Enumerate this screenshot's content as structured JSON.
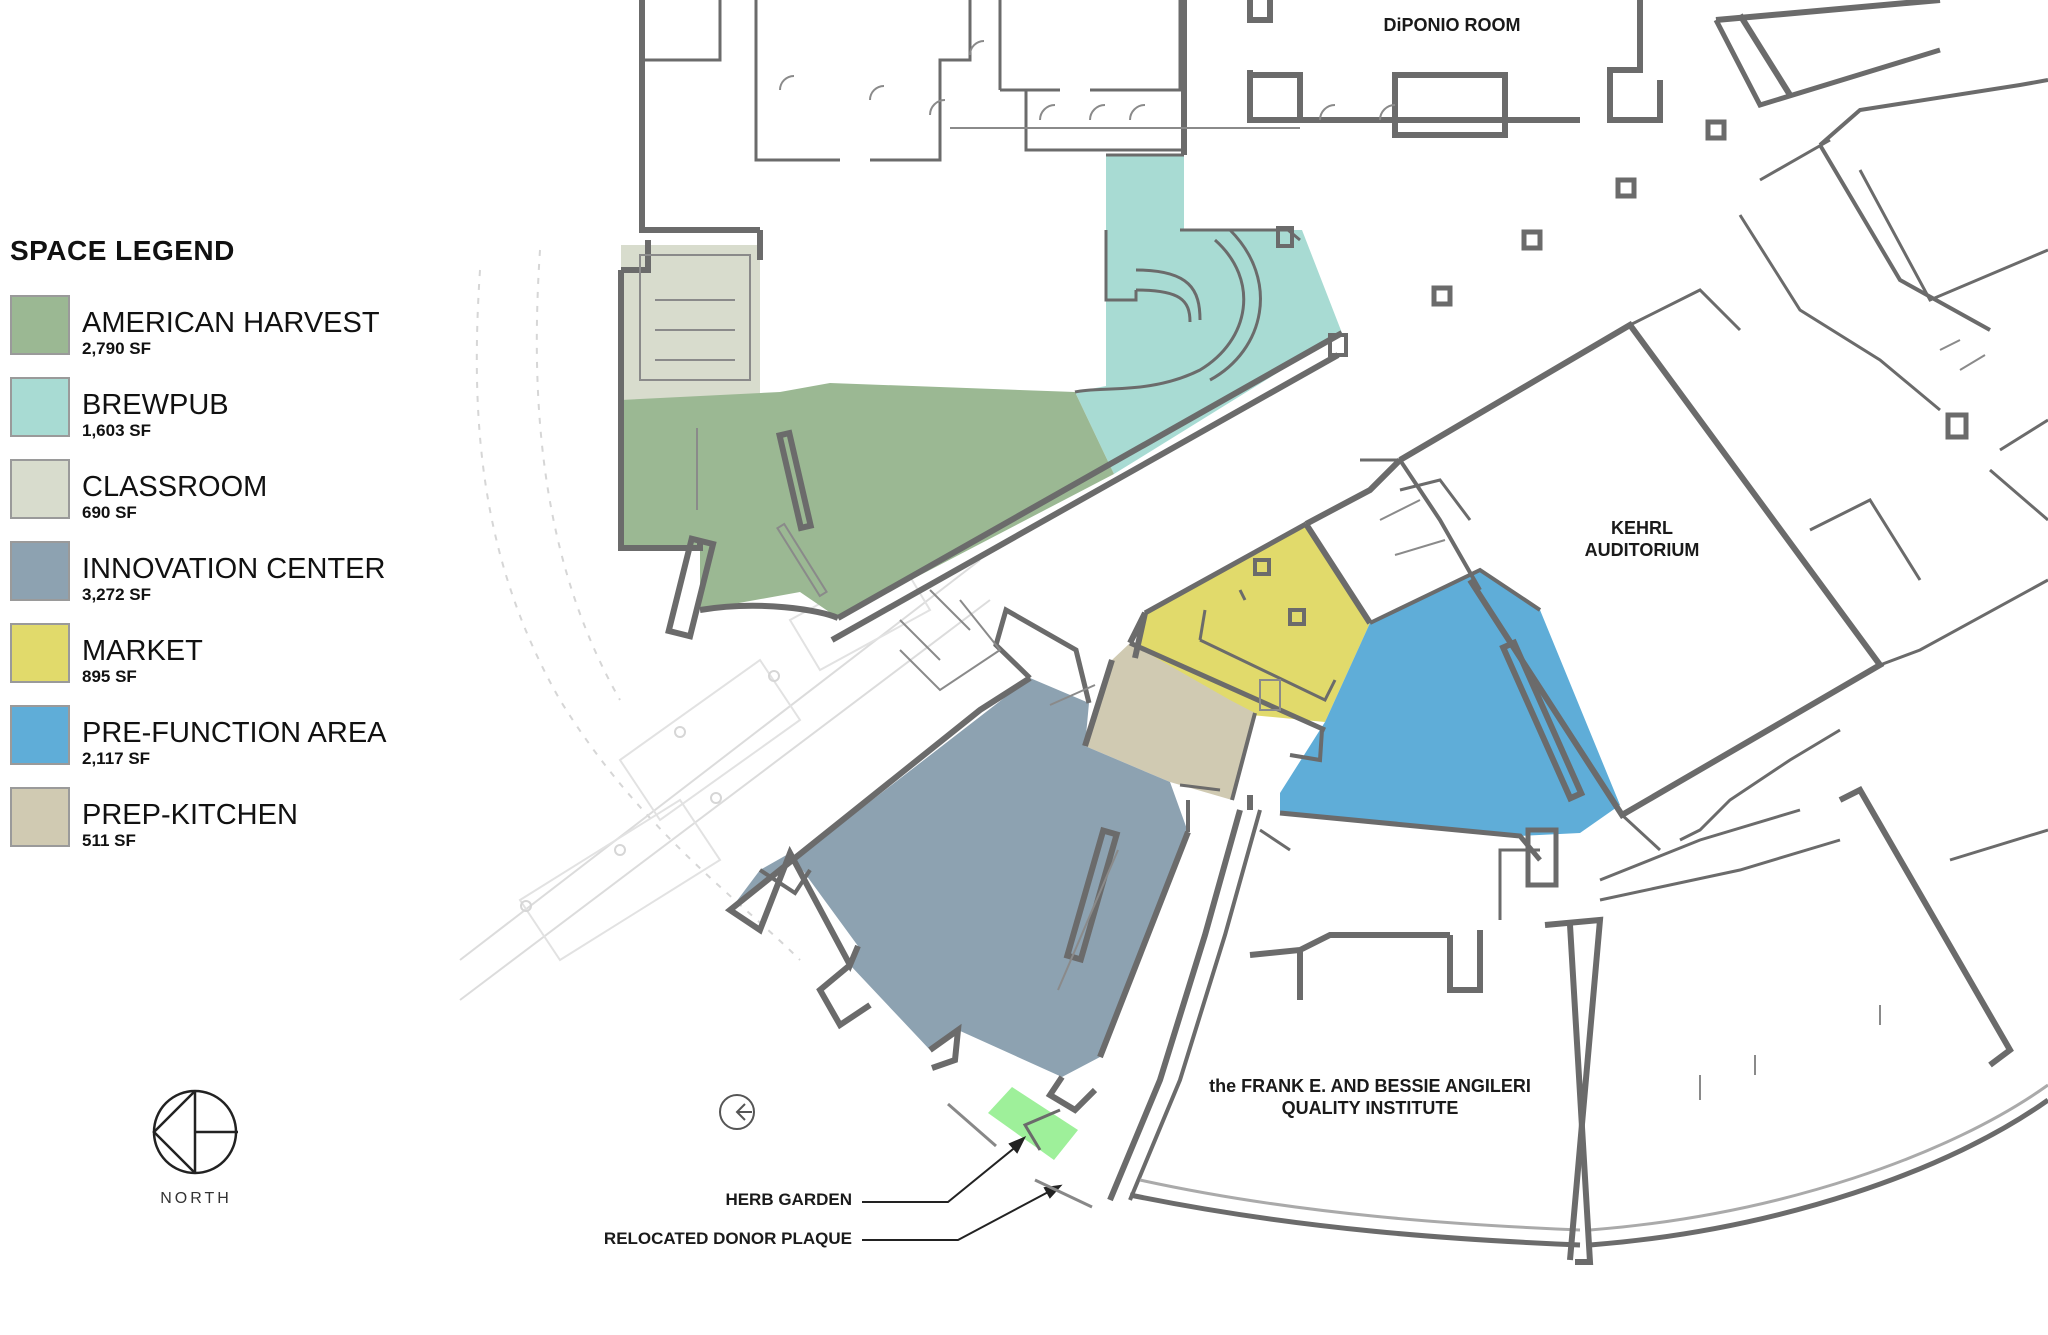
{
  "legend": {
    "title": "SPACE LEGEND",
    "items": [
      {
        "name": "AMERICAN HARVEST",
        "area": "2,790 SF",
        "color": "#9bb893"
      },
      {
        "name": "BREWPUB",
        "area": "1,603 SF",
        "color": "#a8dbd3"
      },
      {
        "name": "CLASSROOM",
        "area": "690 SF",
        "color": "#d8dccd"
      },
      {
        "name": "INNOVATION CENTER",
        "area": "3,272 SF",
        "color": "#8da2b1"
      },
      {
        "name": "MARKET",
        "area": "895 SF",
        "color": "#e1da6b"
      },
      {
        "name": "PRE-FUNCTION AREA",
        "area": "2,117 SF",
        "color": "#5fadd8"
      },
      {
        "name": "PREP-KITCHEN",
        "area": "511 SF",
        "color": "#d0cab2"
      }
    ]
  },
  "rooms": {
    "diponio": "DiPONIO ROOM",
    "kehrl_line1": "KEHRL",
    "kehrl_line2": "AUDITORIUM",
    "angileri_line1": "the FRANK E. AND BESSIE ANGILERI",
    "angileri_line2": "QUALITY INSTITUTE"
  },
  "callouts": {
    "herb_garden": "HERB GARDEN",
    "donor_plaque": "RELOCATED DONOR PLAQUE"
  },
  "compass": {
    "label": "NORTH"
  },
  "colors": {
    "wall": "#6b6b6b",
    "herb_garden": "#9ef09a"
  }
}
